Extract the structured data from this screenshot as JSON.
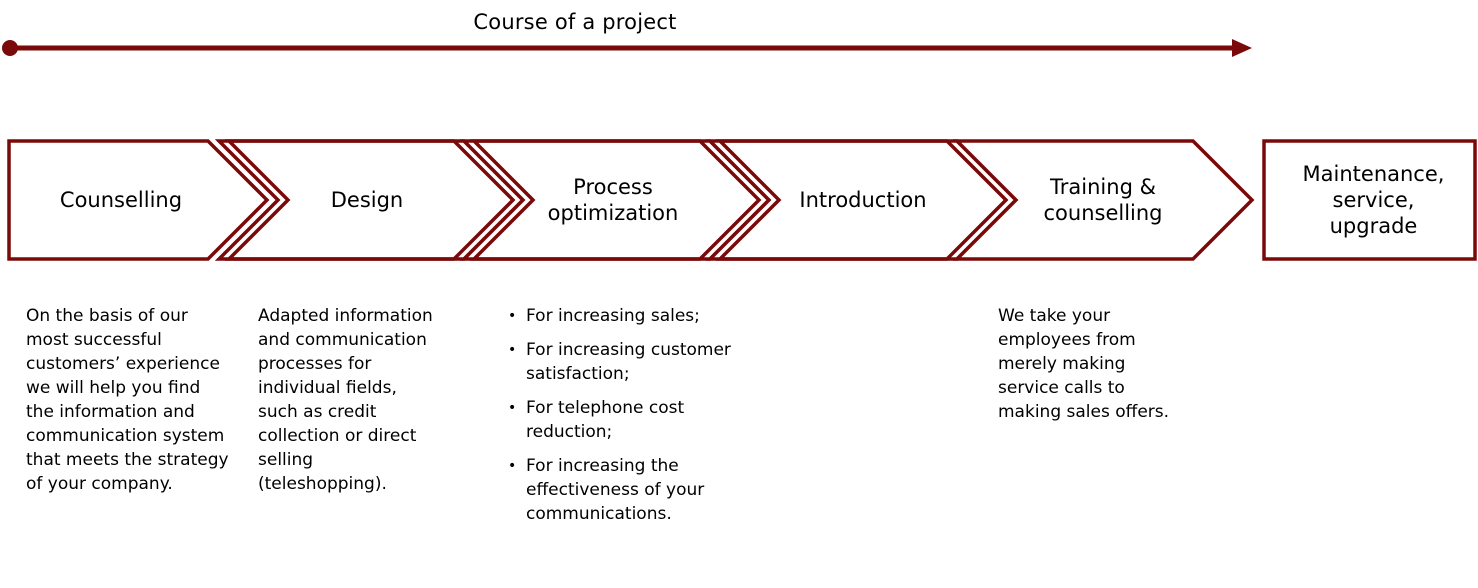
{
  "timeline": {
    "title": "Course of a project"
  },
  "colors": {
    "accent": "#7a0a0a"
  },
  "steps": [
    {
      "label": "Counselling"
    },
    {
      "label": "Design"
    },
    {
      "label": "Process\noptimization"
    },
    {
      "label": "Introduction"
    },
    {
      "label": "Training &\ncounselling"
    },
    {
      "label": "Maintenance,\nservice,\nupgrade"
    }
  ],
  "descriptions": {
    "counselling": "On the basis of our\nmost successful\ncustomers’ experience\nwe will help you find\nthe information and\ncommunication system\nthat meets the strategy\nof your company.",
    "design": "Adapted information\nand communication\nprocesses for\nindividual fields,\nsuch as credit\ncollection or direct\nselling\n(teleshopping).",
    "process_optimization": [
      "For increasing sales;",
      "For increasing customer\nsatisfaction;",
      "For telephone cost\nreduction;",
      "For increasing the\neffectiveness of your\ncommunications."
    ],
    "training": "We take your\nemployees from\nmerely making\nservice calls to\nmaking sales offers."
  }
}
